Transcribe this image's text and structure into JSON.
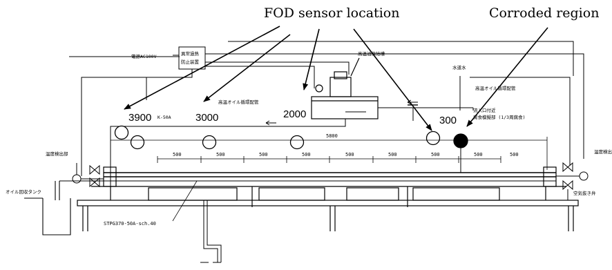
{
  "callouts": {
    "fod_label": "FOD sensor location",
    "corroded_label": "Corroded region"
  },
  "sensor_labels": [
    "3900",
    "3000",
    "2000",
    "300"
  ],
  "dimensions": {
    "total": "5800",
    "segments": [
      "500",
      "500",
      "500",
      "500",
      "500",
      "500",
      "500",
      "500",
      "500"
    ]
  },
  "small_texts": {
    "power": "電源AC100V",
    "heater_box_1": "異常過熱",
    "heater_box_2": "防止装置",
    "tank_top": "高温油供給槽",
    "water": "水道水",
    "pipe_name": "K-50A",
    "return_pipe": "高温オイル循環配管",
    "return_pipe_right": "高温オイル循環配管",
    "hot_oil": "流入口付近",
    "corrosion_note": "腐食模擬部 (1/3周腐食)",
    "pipe_spec": "STPG370-50A-sch.40",
    "left_tank": "オイル回収タンク",
    "left_gauge": "温度検出部",
    "right_gauge": "温度検出",
    "right_note": "空気抜き弁"
  },
  "colors": {
    "line": "#000000",
    "background": "#ffffff"
  }
}
